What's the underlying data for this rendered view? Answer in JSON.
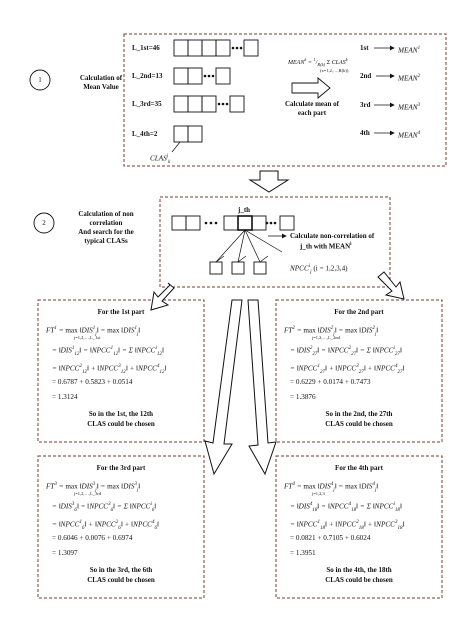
{
  "step1": {
    "num": "1",
    "label_line1": "Calculation of",
    "label_line2": "Mean Value",
    "rows": [
      {
        "label": "L_1st=46"
      },
      {
        "label": "L_2nd=13"
      },
      {
        "label": "L_3rd=35"
      },
      {
        "label": "L_4th=2"
      }
    ],
    "clas_label": "CLAS",
    "formula": "MEAN^k = 1/R(k) · Σ CLAS^k",
    "formula_left": "MEAN",
    "formula_sum_sub": "(x=1,2,…,R(k))",
    "action_line1": "Calculate mean of",
    "action_line2": "each part",
    "parts": [
      "1st",
      "2nd",
      "3rd",
      "4th"
    ],
    "means": [
      "MEAN",
      "MEAN",
      "MEAN",
      "MEAN"
    ],
    "mean_sup": [
      "1",
      "2",
      "3",
      "4"
    ]
  },
  "step2": {
    "num": "2",
    "label_line1": "Calculation of non",
    "label_line2": "correlation",
    "label_line3": "And search for the",
    "label_line4": "typical CLASs",
    "jth": "j_th",
    "action_line1": "Calculate non-correlation of",
    "action_line2": "j_th with MEAN",
    "npcc": "NPCC",
    "npcc_range": "(i = 1,2,3,4)"
  },
  "parts": [
    {
      "title": "For the 1st part",
      "ft": "FT",
      "sup": "1",
      "line1": "max_{j=1,2,…,L_1st} ‖DIS_j^1‖ = max_{j=1,2,…,L_1st} ‖DIS_j^1‖",
      "line2": "= ‖DIS_12^1‖ = ‖NPCC_12^1‖ = Σ ‖NPCC_12^i‖",
      "line3": "= ‖NPCC_12^2‖ + ‖NPCC_12^3‖ + ‖NPCC_12^4‖",
      "line4": "= 0.6787 + 0.5823 + 0.0514",
      "result": "= 1.3124",
      "concl1": "So in the 1st, the 12th",
      "concl2": "CLAS could be chosen"
    },
    {
      "title": "For the 2nd part",
      "ft": "FT",
      "sup": "2",
      "line1": "max_{j=1,2,…,L_2nd} ‖DIS_j^2‖ = max_{j=1,2,…,L_2nd} ‖DIS_j^2‖",
      "line2": "= ‖DIS_27^2‖ = ‖NPCC_27^2‖ = Σ ‖NPCC_27^i‖",
      "line3": "= ‖NPCC_27^1‖ + ‖NPCC_27^3‖ + ‖NPCC_27^4‖",
      "line4": "= 0.6229 + 0.0174 + 0.7473",
      "result": "= 1.3876",
      "concl1": "So in the 2nd, the 27th",
      "concl2": "CLAS could be chosen"
    },
    {
      "title": "For the 3rd part",
      "ft": "FT",
      "sup": "3",
      "line1": "max_{j=1,2,…,L_3rd} ‖DIS_j^3‖ = max_{j=1,2,…,L_3rd} ‖DIS_j^3‖",
      "line2": "= ‖DIS_6^3‖ = ‖NPCC_6^3‖ = Σ ‖NPCC_6^i‖",
      "line3": "= ‖NPCC_6^1‖ + ‖NPCC_6^2‖ + ‖NPCC_6^4‖",
      "line4": "= 0.6046 + 0.0076 + 0.6974",
      "result": "= 1.3097",
      "concl1": "So in the 3rd, the 6th",
      "concl2": "CLAS could be chosen"
    },
    {
      "title": "For the 4th part",
      "ft": "FT",
      "sup": "4",
      "line1": "max_{j=1,2,3} ‖DIS_j^4‖ = max_{j=1,2,3} ‖DIS_j^4‖",
      "line2": "= ‖DIS_18^4‖ = ‖NPCC_18^4‖ = Σ ‖NPCC_18^i‖",
      "line3": "= ‖NPCC_18^1‖ + ‖NPCC_18^2‖ + ‖NPCC_18^3‖",
      "line4": "= 0.0821 + 0.7105 + 0.6024",
      "result": "= 1.3951",
      "concl1": "So in the 4th, the 18th",
      "concl2": "CLAS could be chosen"
    }
  ]
}
